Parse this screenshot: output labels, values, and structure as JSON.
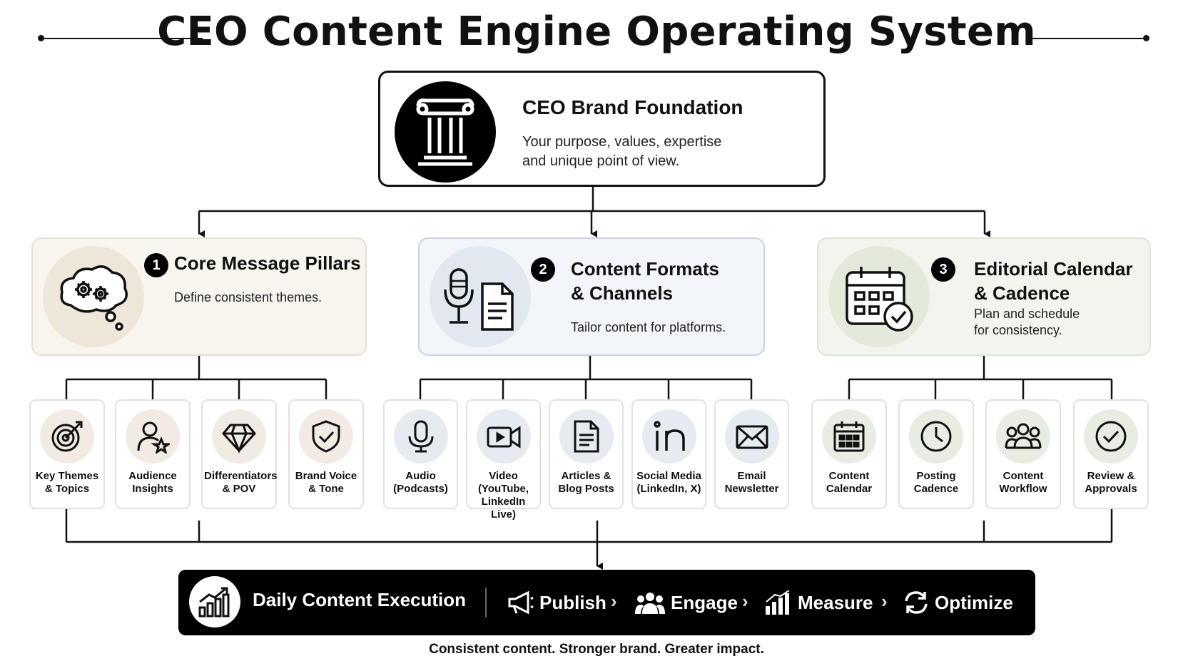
{
  "title": "CEO Content Engine Operating System",
  "foundation": {
    "icon": "pillar-column-icon",
    "title": "CEO Brand Foundation",
    "description_line1": "Your purpose, values, expertise",
    "description_line2": "and unique point of view."
  },
  "pillars": [
    {
      "number": "1",
      "icon": "thought-bubble-gears-icon",
      "title_line1": "Core Message Pillars",
      "title_line2": "",
      "desc_line1": "Define consistent themes.",
      "desc_line2": "",
      "cards": [
        {
          "icon": "target-arrow-icon",
          "line1": "Key Themes",
          "line2": "& Topics",
          "line3": ""
        },
        {
          "icon": "person-star-icon",
          "line1": "Audience",
          "line2": "Insights",
          "line3": ""
        },
        {
          "icon": "diamond-icon",
          "line1": "Differentiators",
          "line2": "& POV",
          "line3": ""
        },
        {
          "icon": "shield-check-icon",
          "line1": "Brand Voice",
          "line2": "& Tone",
          "line3": ""
        }
      ]
    },
    {
      "number": "2",
      "icon": "microphone-document-icon",
      "title_line1": "Content Formats",
      "title_line2": "& Channels",
      "desc_line1": "Tailor content for platforms.",
      "desc_line2": "",
      "cards": [
        {
          "icon": "microphone-icon",
          "line1": "Audio",
          "line2": "(Podcasts)",
          "line3": ""
        },
        {
          "icon": "video-camera-icon",
          "line1": "Video",
          "line2": "(YouTube,",
          "line3": "LinkedIn Live)"
        },
        {
          "icon": "document-icon",
          "line1": "Articles &",
          "line2": "Blog Posts",
          "line3": ""
        },
        {
          "icon": "linkedin-icon",
          "line1": "Social Media",
          "line2": "(LinkedIn, X)",
          "line3": ""
        },
        {
          "icon": "envelope-icon",
          "line1": "Email",
          "line2": "Newsletter",
          "line3": ""
        }
      ]
    },
    {
      "number": "3",
      "icon": "calendar-check-icon",
      "title_line1": "Editorial Calendar",
      "title_line2": "& Cadence",
      "desc_line1": "Plan and schedule",
      "desc_line2": "for consistency.",
      "cards": [
        {
          "icon": "calendar-icon",
          "line1": "Content",
          "line2": "Calendar",
          "line3": ""
        },
        {
          "icon": "clock-icon",
          "line1": "Posting",
          "line2": "Cadence",
          "line3": ""
        },
        {
          "icon": "people-group-icon",
          "line1": "Content",
          "line2": "Workflow",
          "line3": ""
        },
        {
          "icon": "check-circle-icon",
          "line1": "Review &",
          "line2": "Approvals",
          "line3": ""
        }
      ]
    }
  ],
  "execution": {
    "icon": "growth-chart-icon",
    "title": "Daily Content Execution",
    "steps": [
      {
        "icon": "megaphone-icon",
        "label": "Publish"
      },
      {
        "icon": "people-icon",
        "label": "Engage"
      },
      {
        "icon": "bar-chart-icon",
        "label": "Measure"
      },
      {
        "icon": "refresh-icon",
        "label": "Optimize"
      }
    ],
    "separator": "›"
  },
  "tagline": "Consistent content. Stronger brand. Greater impact."
}
